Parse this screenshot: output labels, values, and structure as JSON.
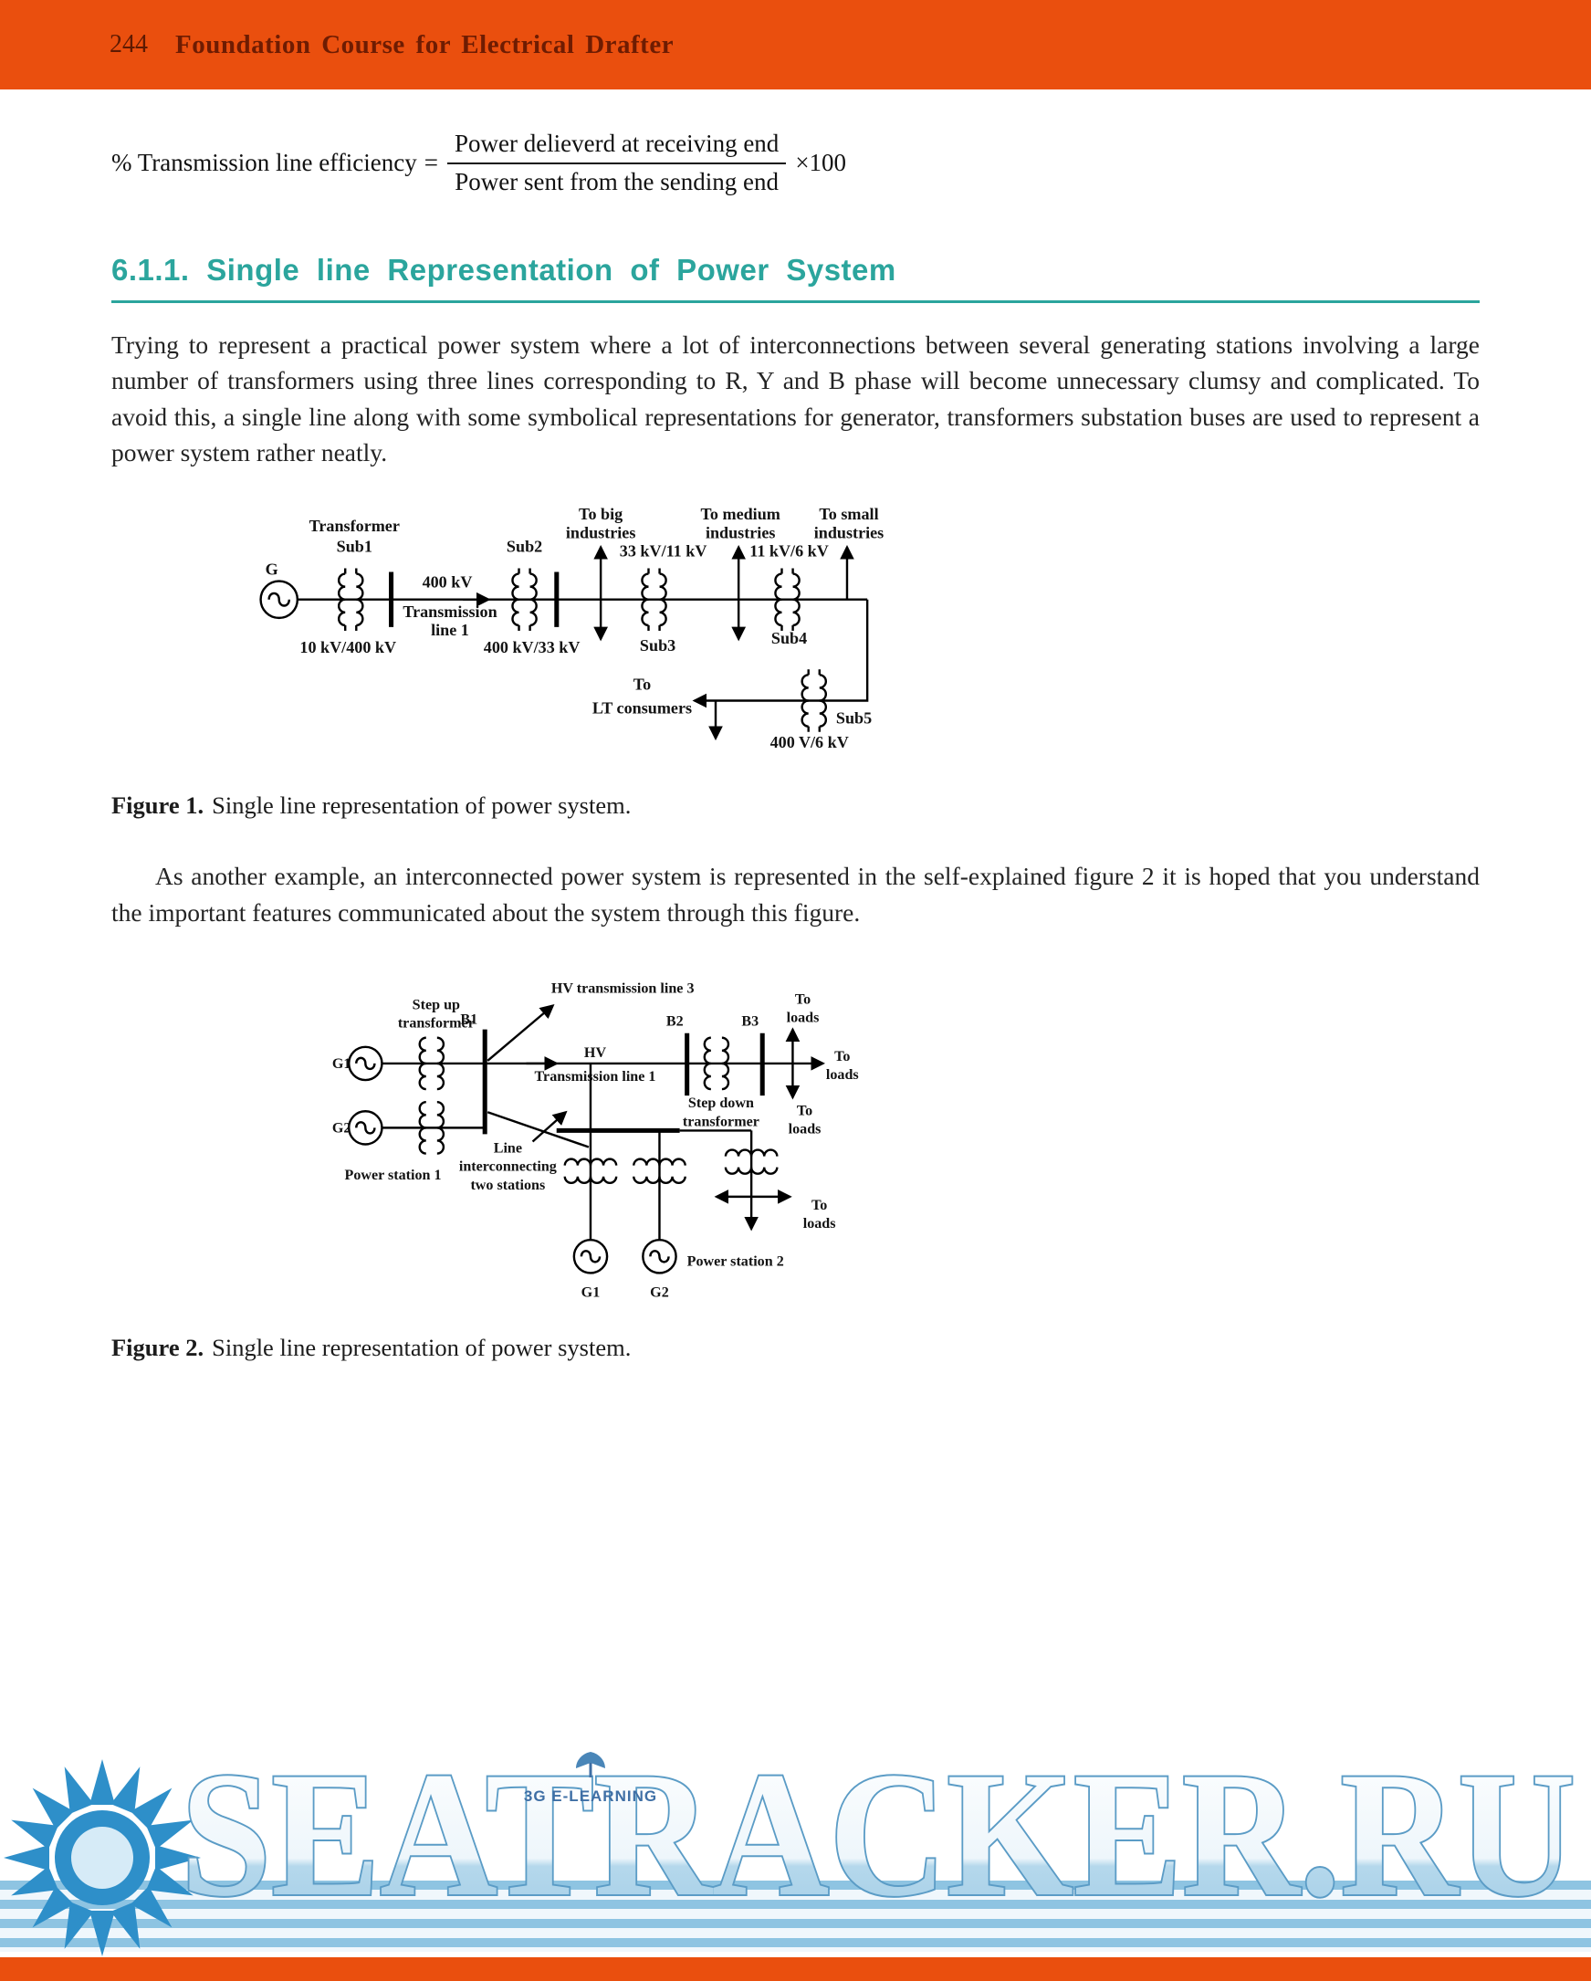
{
  "header": {
    "page_number": "244",
    "title": "Foundation Course for Electrical Drafter"
  },
  "formula": {
    "lhs": "% Transmission line efficiency",
    "equals": "=",
    "numerator": "Power delieverd at receiving end",
    "denominator": "Power sent from the sending end",
    "times": "×100"
  },
  "section": {
    "heading": "6.1.1. Single line Representation of Power System"
  },
  "paragraphs": {
    "p1": "Trying to represent a practical power system where a lot of interconnections between several generating stations involving a large number of transformers using three lines corresponding to R, Y and B phase will become unnecessary clumsy and complicated. To avoid this, a single line along with some symbolical representations for generator, transformers substation buses are used to represent a power system rather neatly.",
    "p2": "As another example, an interconnected power system is represented in the self-explained figure 2 it is hoped that you understand the important features communicated about the system through this figure."
  },
  "figure1": {
    "caption_bold": "Figure 1.",
    "caption_rest": "Single line representation of power system.",
    "labels": {
      "g": "G",
      "transformer": "Transformer",
      "sub1": "Sub1",
      "sub2": "Sub2",
      "sub3": "Sub3",
      "sub4": "Sub4",
      "sub5": "Sub5",
      "kv400": "400 kV",
      "transmission": "Transmission",
      "line1": "line 1",
      "ratio_sub1": "10 kV/400 kV",
      "ratio_sub2": "400 kV/33 kV",
      "ratio_sub3": "33 kV/11 kV",
      "ratio_sub4": "11 kV/6 kV",
      "ratio_sub5": "400 V/6 kV",
      "to_big": "To big",
      "to_medium": "To medium",
      "to_small": "To small",
      "industries": "industries",
      "to": "To",
      "lt_consumers": "LT consumers"
    }
  },
  "figure2": {
    "caption_bold": "Figure 2.",
    "caption_rest": "Single line representation of power system.",
    "labels": {
      "hv_line3": "HV transmission line 3",
      "step_up_1": "Step up",
      "step_up_2": "transformer",
      "b1": "B1",
      "b2": "B2",
      "b3": "B3",
      "g1": "G1",
      "g2": "G2",
      "hv": "HV",
      "trans_line1": "Transmission line 1",
      "step_down_1": "Step down",
      "step_down_2": "transformer",
      "power_station1": "Power station 1",
      "inter_1": "Line",
      "inter_2": "interconnecting",
      "inter_3": "two stations",
      "to": "To",
      "loads": "loads",
      "s2_g1": "G1",
      "s2_g2": "G2",
      "power_station2": "Power station 2"
    }
  },
  "watermark": {
    "text": "SEATRACKER.RU",
    "logo_text": "3G E-LEARNING"
  },
  "colors": {
    "accent_orange": "#ea4f0e",
    "heading_teal": "#2ba59d",
    "watermark_blue": "#5b9cc6"
  }
}
